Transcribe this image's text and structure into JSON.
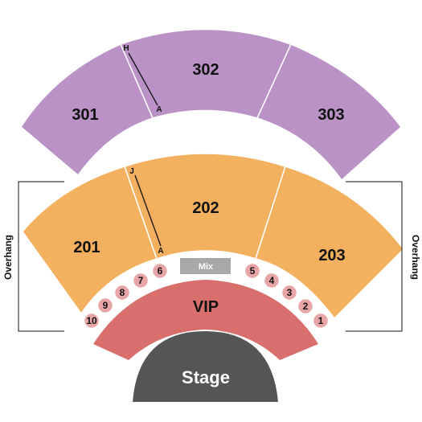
{
  "colors": {
    "tier300": "#ba92c6",
    "tier200": "#f3b05f",
    "vip": "#d86f6d",
    "box": "#e8a5a5",
    "mix": "#a8a8a8",
    "stage": "#555555",
    "divider": "#ffffff",
    "row_line": "#111111"
  },
  "sections": {
    "s301": "301",
    "s302": "302",
    "s303": "303",
    "s201": "201",
    "s202": "202",
    "s203": "203",
    "vip": "VIP",
    "mix": "Mix",
    "stage": "Stage"
  },
  "rows": {
    "upper_top": "H",
    "upper_bottom": "A",
    "lower_top": "J",
    "lower_bottom": "A"
  },
  "boxes": [
    "1",
    "2",
    "3",
    "4",
    "5",
    "6",
    "7",
    "8",
    "9",
    "10"
  ],
  "overhang": {
    "left": "Overhang",
    "right": "Overhang"
  }
}
